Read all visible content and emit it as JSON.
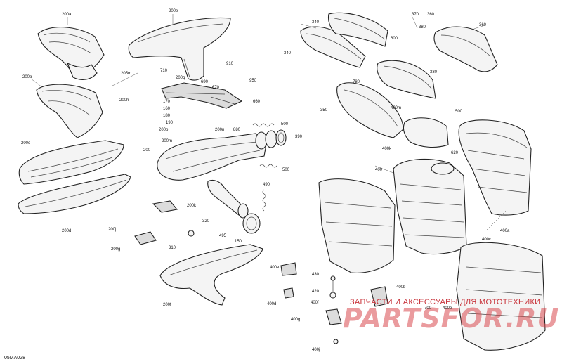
{
  "drawing_id": "05MA028",
  "watermark": {
    "caption": "ЗАПЧАСТИ И АКСЕССУАРЫ ДЛЯ МОТОТЕХНИКИ",
    "logo": "PARTSFOR.RU"
  },
  "colors": {
    "line": "#222222",
    "watermark": "#d94a50"
  },
  "callouts": [
    {
      "id": "c1",
      "text": "200a"
    },
    {
      "id": "c2",
      "text": "200e"
    },
    {
      "id": "c3",
      "text": "200b"
    },
    {
      "id": "c4",
      "text": "205m"
    },
    {
      "id": "c5",
      "text": "200h"
    },
    {
      "id": "c6",
      "text": "200c"
    },
    {
      "id": "c7",
      "text": "200d"
    },
    {
      "id": "c8",
      "text": "710"
    },
    {
      "id": "c9",
      "text": "200q"
    },
    {
      "id": "c10",
      "text": "910"
    },
    {
      "id": "c11",
      "text": "950"
    },
    {
      "id": "c12",
      "text": "690"
    },
    {
      "id": "c13",
      "text": "670"
    },
    {
      "id": "c14",
      "text": "170"
    },
    {
      "id": "c15",
      "text": "160"
    },
    {
      "id": "c16",
      "text": "180"
    },
    {
      "id": "c17",
      "text": "190"
    },
    {
      "id": "c18",
      "text": "660"
    },
    {
      "id": "c19",
      "text": "200p"
    },
    {
      "id": "c20",
      "text": "200n"
    },
    {
      "id": "c21",
      "text": "880"
    },
    {
      "id": "c22",
      "text": "500"
    },
    {
      "id": "c23",
      "text": "390"
    },
    {
      "id": "c24",
      "text": "200m"
    },
    {
      "id": "c25",
      "text": "200"
    },
    {
      "id": "c26",
      "text": "500"
    },
    {
      "id": "c27",
      "text": "490"
    },
    {
      "id": "c28",
      "text": "200k"
    },
    {
      "id": "c29",
      "text": "200j"
    },
    {
      "id": "c30",
      "text": "320"
    },
    {
      "id": "c31",
      "text": "200g"
    },
    {
      "id": "c32",
      "text": "310"
    },
    {
      "id": "c33",
      "text": "495"
    },
    {
      "id": "c34",
      "text": "150"
    },
    {
      "id": "c35",
      "text": "200f"
    },
    {
      "id": "c36",
      "text": "340"
    },
    {
      "id": "c37",
      "text": "340"
    },
    {
      "id": "c38",
      "text": "370"
    },
    {
      "id": "c39",
      "text": "360"
    },
    {
      "id": "c40",
      "text": "600"
    },
    {
      "id": "c41",
      "text": "380"
    },
    {
      "id": "c42",
      "text": "360"
    },
    {
      "id": "c43",
      "text": "330"
    },
    {
      "id": "c44",
      "text": "780"
    },
    {
      "id": "c45",
      "text": "350"
    },
    {
      "id": "c46",
      "text": "400m"
    },
    {
      "id": "c47",
      "text": "500"
    },
    {
      "id": "c48",
      "text": "400k"
    },
    {
      "id": "c49",
      "text": "620"
    },
    {
      "id": "c50",
      "text": "400"
    },
    {
      "id": "c51",
      "text": "400a"
    },
    {
      "id": "c52",
      "text": "400c"
    },
    {
      "id": "c53",
      "text": "400e"
    },
    {
      "id": "c54",
      "text": "430"
    },
    {
      "id": "c55",
      "text": "420"
    },
    {
      "id": "c56",
      "text": "400b"
    },
    {
      "id": "c57",
      "text": "400d"
    },
    {
      "id": "c58",
      "text": "400f"
    },
    {
      "id": "c59",
      "text": "400g"
    },
    {
      "id": "c60",
      "text": "400j"
    },
    {
      "id": "c61",
      "text": "700"
    },
    {
      "id": "c62",
      "text": "400e"
    }
  ]
}
